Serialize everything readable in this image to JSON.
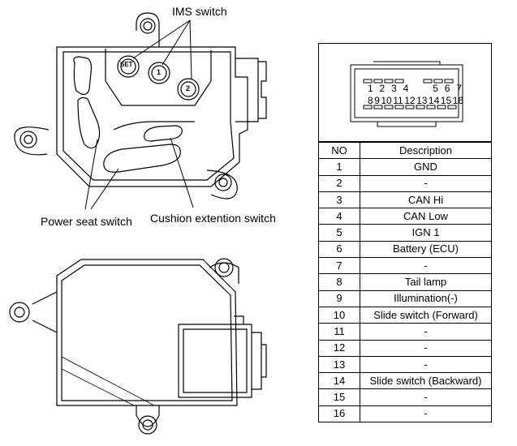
{
  "callouts": {
    "ims_switch": "IMS switch",
    "power_seat_switch": "Power seat switch",
    "cushion_extention_switch": "Cushion extention switch"
  },
  "switch_buttons": {
    "set": "SET",
    "mem1": "1",
    "mem2": "2"
  },
  "connector": {
    "top_pins": [
      "1",
      "2",
      "3",
      "4",
      "5",
      "6",
      "7"
    ],
    "bottom_pins": [
      "8",
      "9",
      "10",
      "11",
      "12",
      "13",
      "14",
      "15",
      "16"
    ]
  },
  "table": {
    "headers": {
      "no": "NO",
      "description": "Description"
    },
    "rows": [
      {
        "no": "1",
        "description": "GND"
      },
      {
        "no": "2",
        "description": "-"
      },
      {
        "no": "3",
        "description": "CAN Hi"
      },
      {
        "no": "4",
        "description": "CAN Low"
      },
      {
        "no": "5",
        "description": "IGN 1"
      },
      {
        "no": "6",
        "description": "Battery (ECU)"
      },
      {
        "no": "7",
        "description": "-"
      },
      {
        "no": "8",
        "description": "Tail lamp"
      },
      {
        "no": "9",
        "description": "Illumination(-)"
      },
      {
        "no": "10",
        "description": "Slide switch (Forward)"
      },
      {
        "no": "11",
        "description": "-"
      },
      {
        "no": "12",
        "description": "-"
      },
      {
        "no": "13",
        "description": "-"
      },
      {
        "no": "14",
        "description": "Slide switch (Backward)"
      },
      {
        "no": "15",
        "description": "-"
      },
      {
        "no": "16",
        "description": "-"
      }
    ]
  }
}
